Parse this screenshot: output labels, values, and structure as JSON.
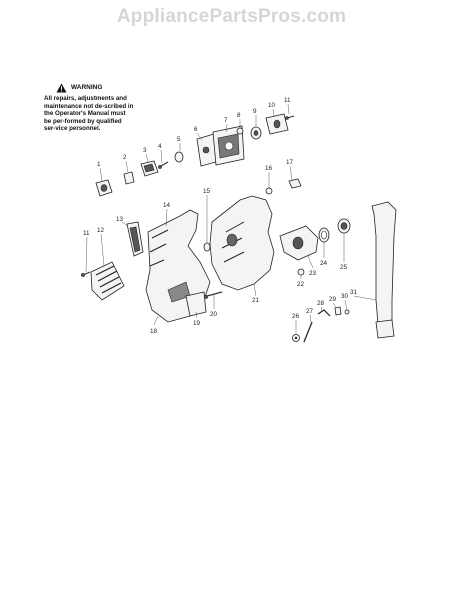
{
  "header": {
    "site_name": "AppliancePartsPros.com"
  },
  "warning": {
    "title": "WARNING",
    "body": "All repairs, adjustments and maintenance not de-scribed in the Operator's Manual must be per-formed by qualified ser-vice personnel."
  },
  "callouts": [
    "1",
    "2",
    "3",
    "4",
    "5",
    "6",
    "7",
    "8",
    "9",
    "10",
    "11",
    "11",
    "12",
    "13",
    "14",
    "15",
    "16",
    "17",
    "18",
    "19",
    "20",
    "21",
    "22",
    "23",
    "24",
    "25",
    "26",
    "27",
    "28",
    "29",
    "30",
    "31"
  ]
}
